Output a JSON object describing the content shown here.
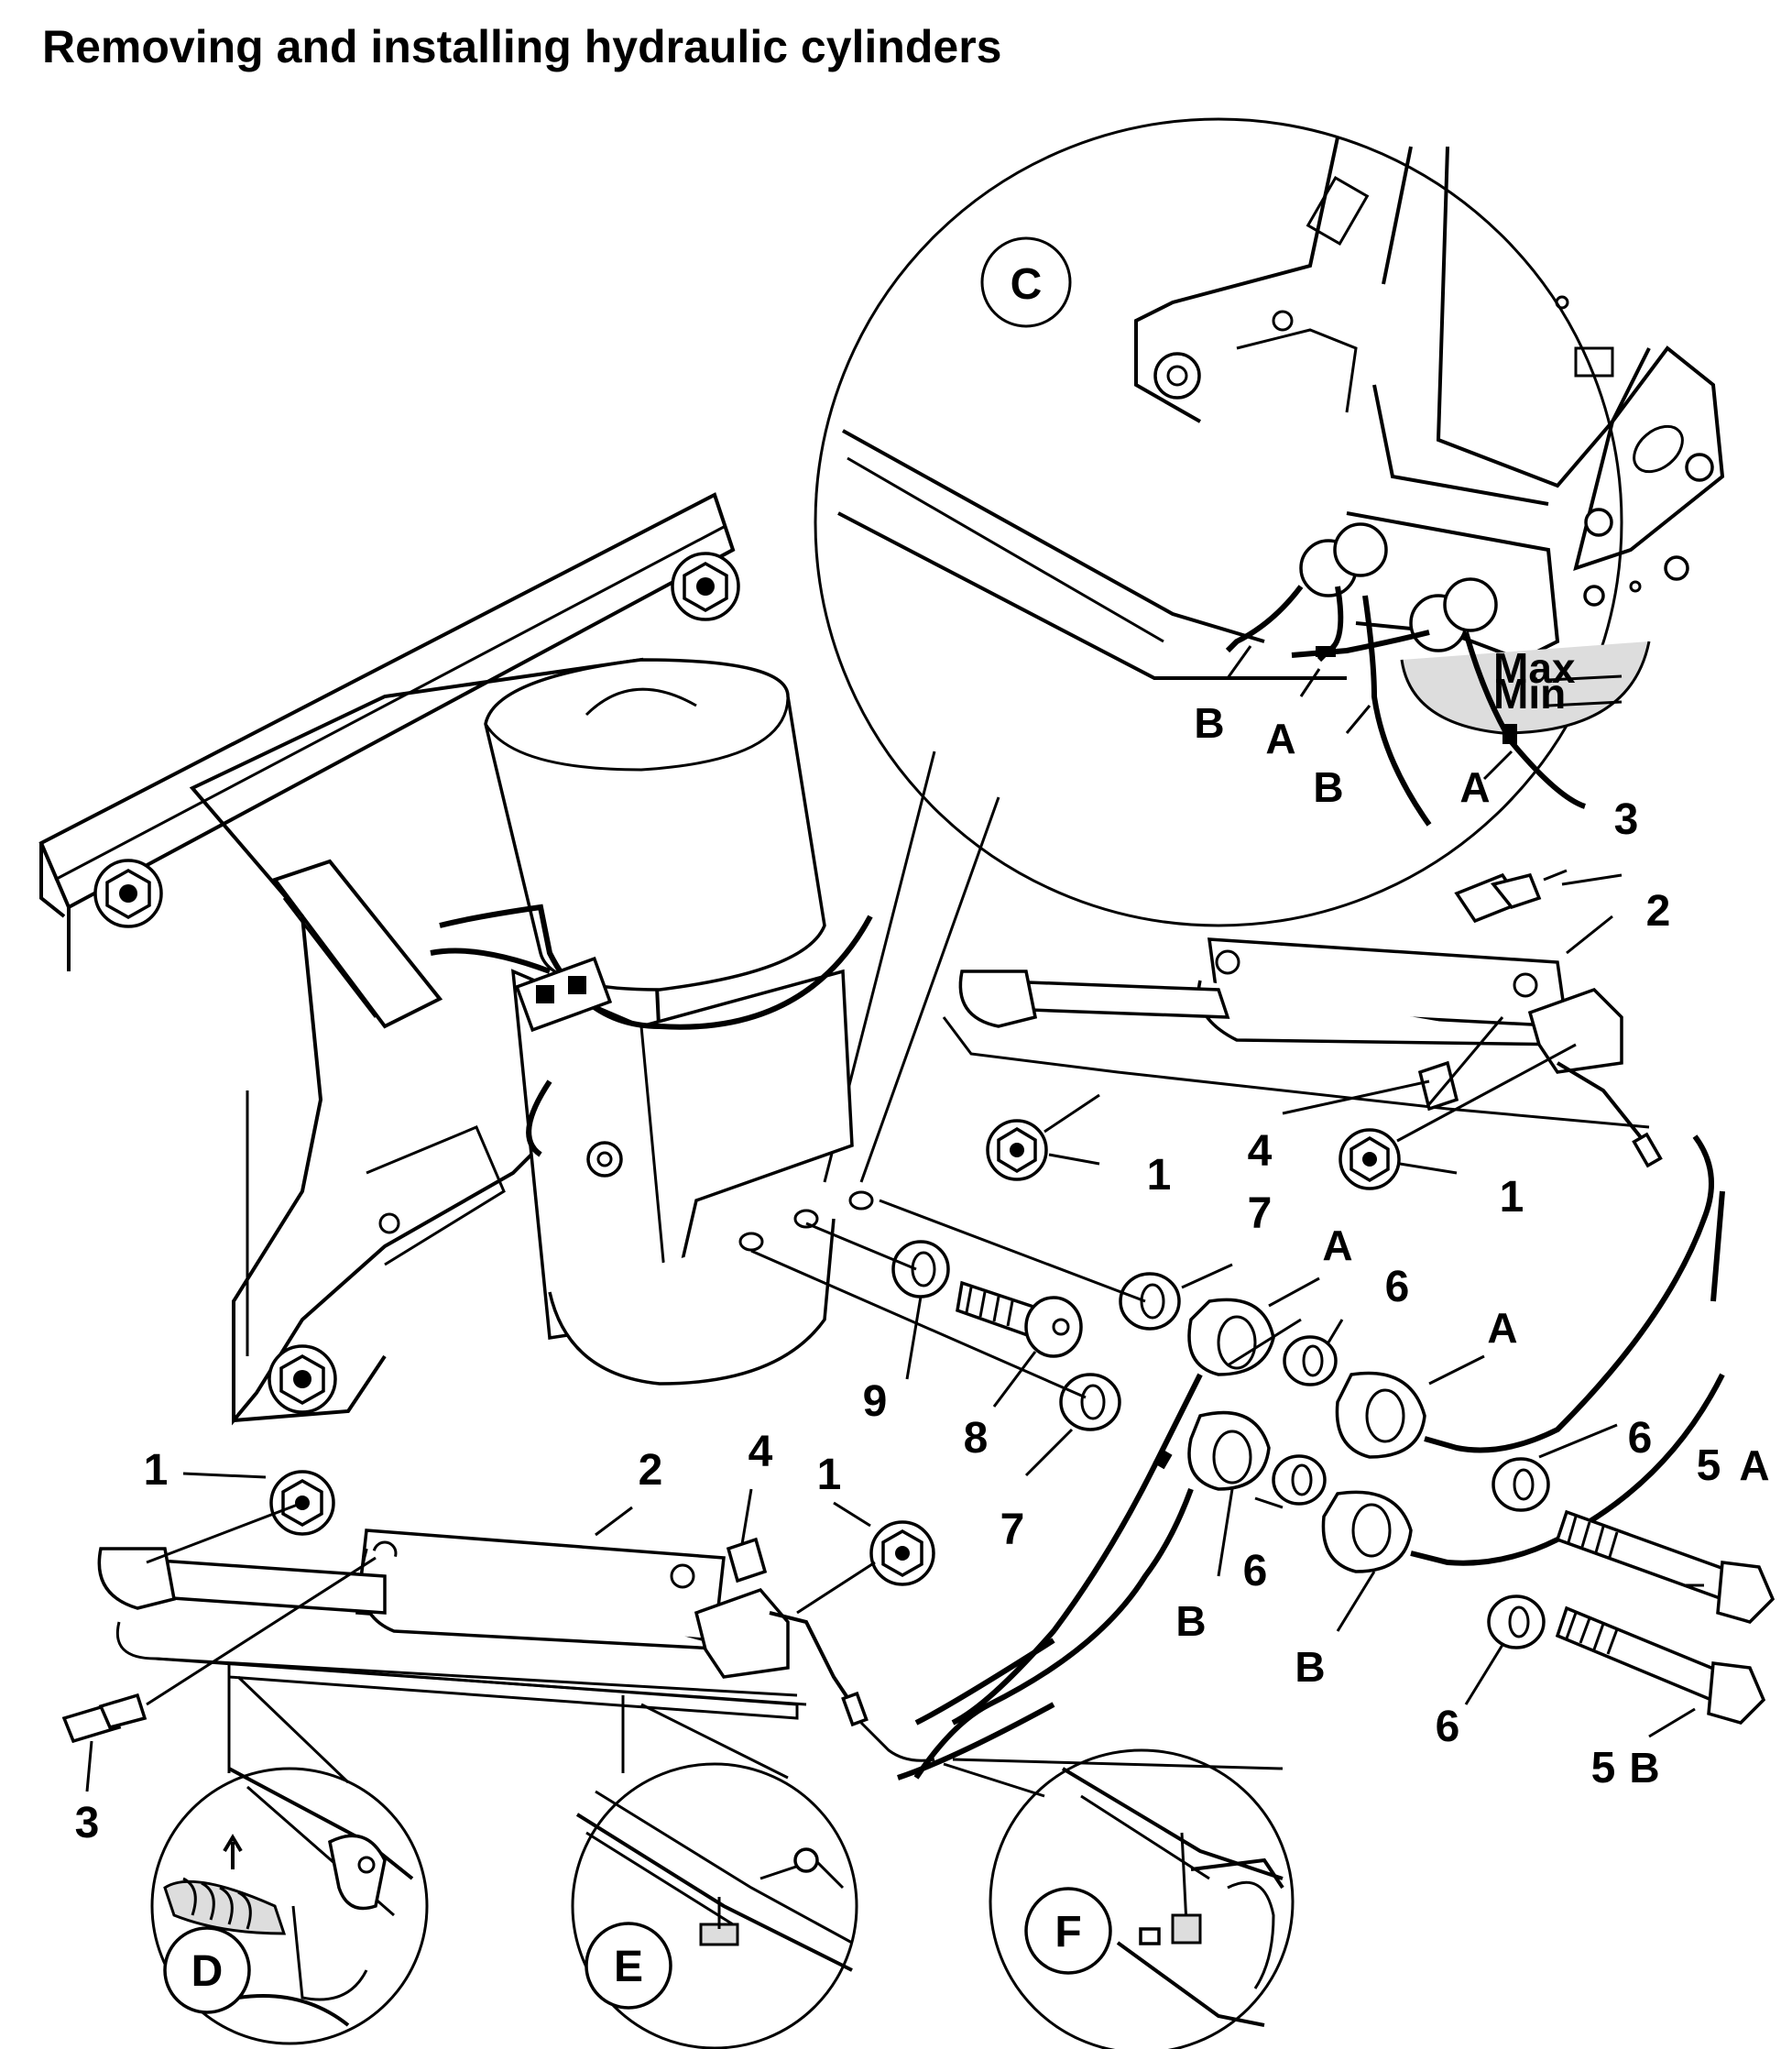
{
  "title": "Removing and installing hydraulic cylinders",
  "detail_labels": {
    "c": "C",
    "d": "D",
    "e": "E",
    "f": "F"
  },
  "callouts": {
    "nut_left": "1",
    "nut_left_mid": "1",
    "nut_right_a": "1",
    "nut_right_b": "1",
    "cyl_upper": "2",
    "cyl_lower": "2",
    "vent_upper": "3",
    "vent_lower": "3",
    "plug_upper": "4",
    "plug_lower": "4",
    "bolt_5a_num": "5",
    "bolt_5a_ltr": "A",
    "bolt_5b_num": "5",
    "bolt_5b_ltr": "B",
    "seal_6a": "6",
    "seal_6b": "6",
    "seal_6c": "6",
    "seal_6d": "6",
    "washer_7a": "7",
    "washer_7b": "7",
    "bolt_8": "8",
    "washer_9": "9",
    "hose_a1": "A",
    "hose_a2": "A",
    "hose_b1": "B",
    "hose_b2": "B",
    "c_b1": "B",
    "c_a1": "A",
    "c_b2": "B",
    "c_a2": "A"
  },
  "reservoir_marks": {
    "max": "Max",
    "min": "Min"
  }
}
